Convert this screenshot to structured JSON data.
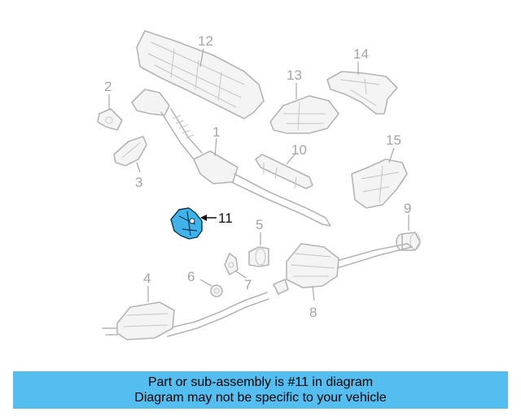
{
  "diagram": {
    "callouts": {
      "c1": "1",
      "c2": "2",
      "c3": "3",
      "c4": "4",
      "c5": "5",
      "c6": "6",
      "c7": "7",
      "c8": "8",
      "c9": "9",
      "c10": "10",
      "c11": "11",
      "c12": "12",
      "c13": "13",
      "c14": "14",
      "c15": "15"
    },
    "highlight_color": "#3fb3ea",
    "part_color": "#b5b5b5"
  },
  "banner": {
    "line1": "Part or sub-assembly is #11 in diagram",
    "line2": "Diagram may not be specific to your vehicle",
    "color": "#55bef0"
  }
}
